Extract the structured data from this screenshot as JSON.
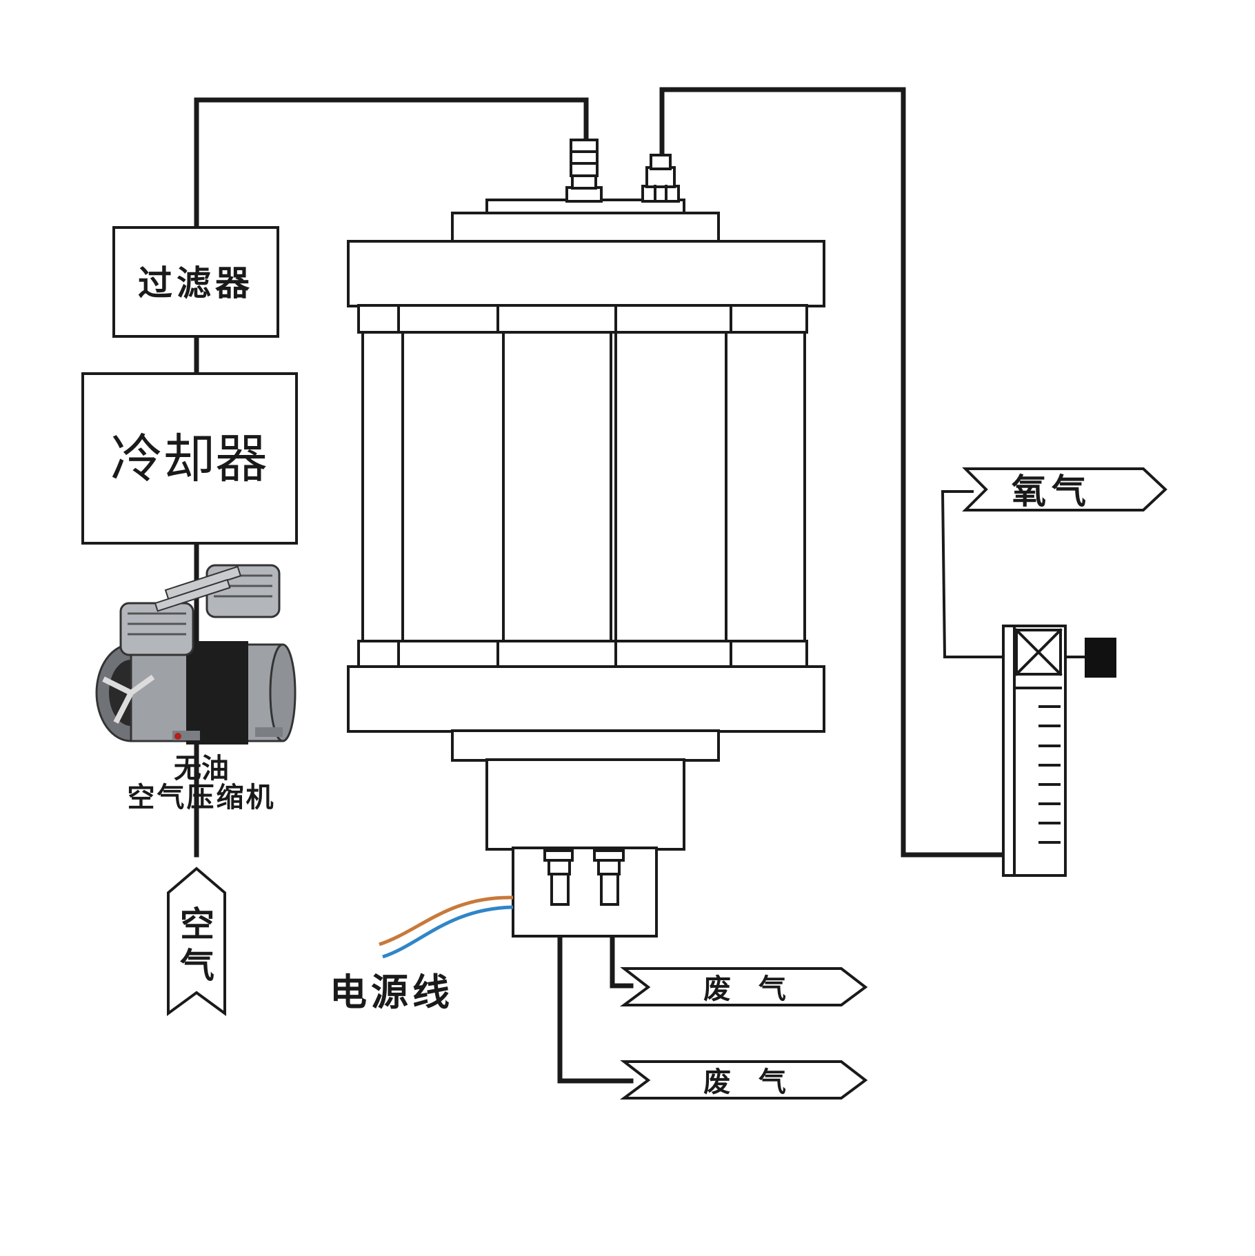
{
  "labels": {
    "filter": "过滤器",
    "cooler": "冷却器",
    "compressor_line1": "无油",
    "compressor_line2": "空气压缩机",
    "air_inlet_char1": "空",
    "air_inlet_char2": "气",
    "oxygen": "氧气",
    "power_cord": "电源线",
    "exhaust_1": "废　气",
    "exhaust_2": "废　气"
  },
  "colors": {
    "line": "#1a1a1a",
    "wire_orange": "#c8793a",
    "wire_blue": "#2f86c8",
    "compressor_body": "#8e9196",
    "flowmeter_valve": "#111111"
  },
  "icons": {
    "compressor": "compressor-image",
    "flowmeter": "flowmeter-icon",
    "valve_knob": "valve-knob-icon"
  }
}
